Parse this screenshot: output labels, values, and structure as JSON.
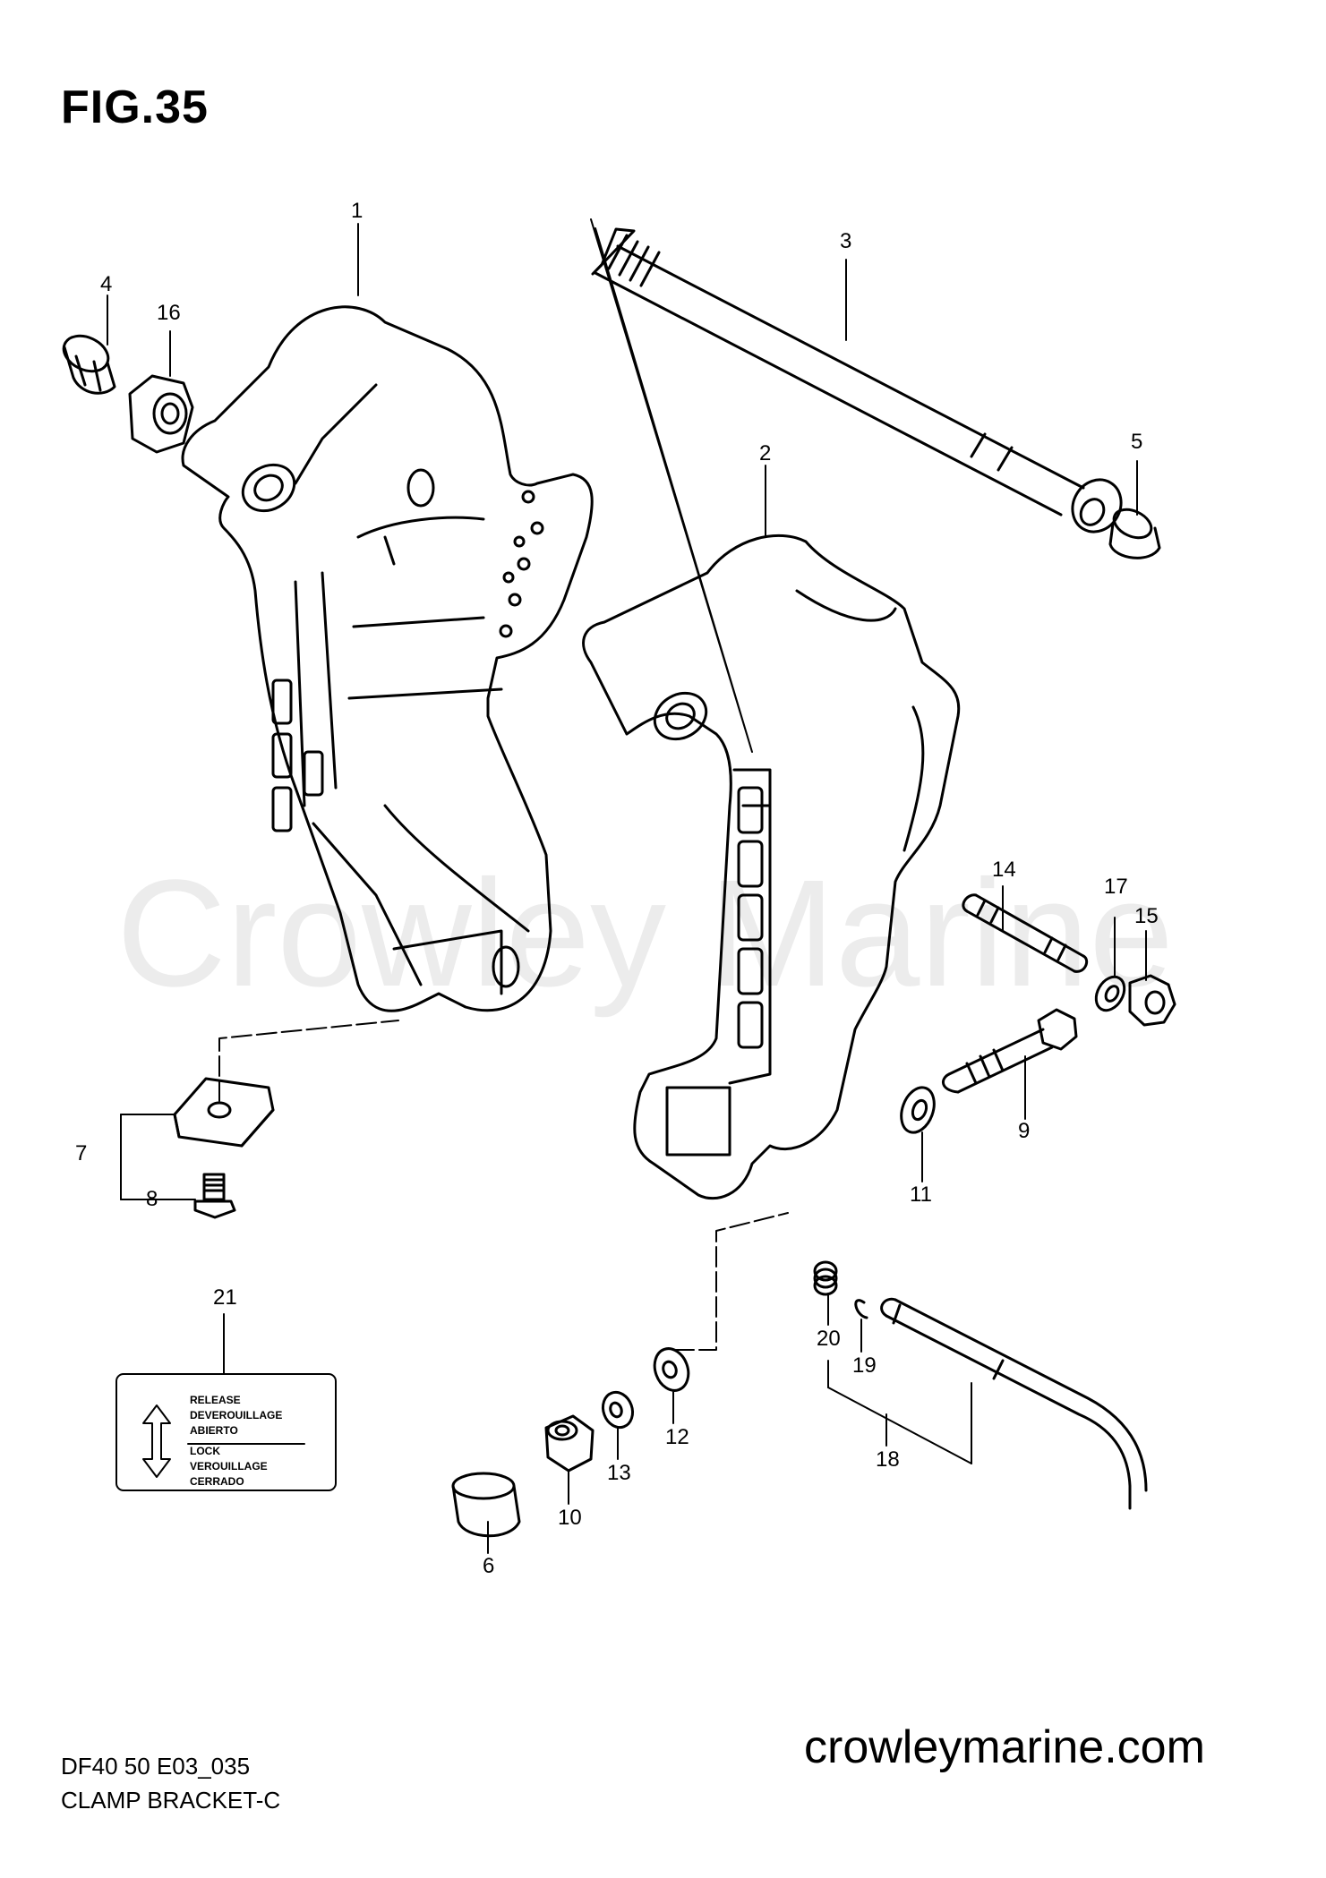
{
  "figure": {
    "title": "FIG.35"
  },
  "watermark": "Crowley Marine",
  "footer": {
    "model_code": "DF40 50 E03_035",
    "section_name": "CLAMP BRACKET-C",
    "website": "crowleymarine.com"
  },
  "callouts": {
    "c1": "1",
    "c2": "2",
    "c3": "3",
    "c4": "4",
    "c5": "5",
    "c6": "6",
    "c7": "7",
    "c8": "8",
    "c9": "9",
    "c10": "10",
    "c11": "11",
    "c12": "12",
    "c13": "13",
    "c14": "14",
    "c15": "15",
    "c16": "16",
    "c17": "17",
    "c18": "18",
    "c19": "19",
    "c20": "20",
    "c21": "21"
  },
  "decal": {
    "release": "RELEASE",
    "deverrouillage": "DEVEROUILLAGE",
    "abierto": "ABIERTO",
    "lock": "LOCK",
    "verouillage": "VEROUILLAGE",
    "cerrado": "CERRADO"
  }
}
